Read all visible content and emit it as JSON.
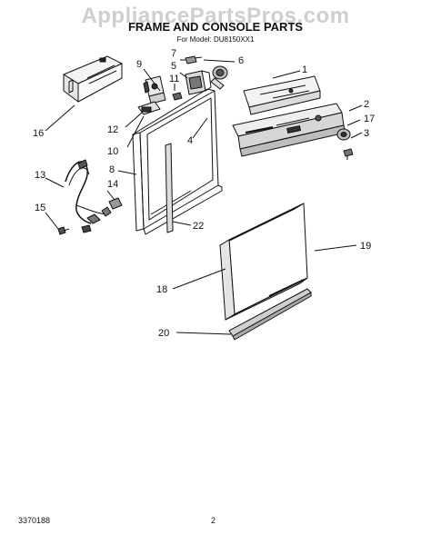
{
  "watermark": "AppliancePartsPros.com",
  "title": "FRAME AND CONSOLE PARTS",
  "subtitle": "For Model: DU8150XX1",
  "footer": {
    "doc_number": "3370188",
    "page": "2"
  },
  "callouts": [
    {
      "id": "c1",
      "label": "1"
    },
    {
      "id": "c2",
      "label": "2"
    },
    {
      "id": "c3",
      "label": "3"
    },
    {
      "id": "c4",
      "label": "4"
    },
    {
      "id": "c5",
      "label": "5"
    },
    {
      "id": "c6",
      "label": "6"
    },
    {
      "id": "c7",
      "label": "7"
    },
    {
      "id": "c8",
      "label": "8"
    },
    {
      "id": "c9",
      "label": "9"
    },
    {
      "id": "c10",
      "label": "10"
    },
    {
      "id": "c11",
      "label": "11"
    },
    {
      "id": "c12",
      "label": "12"
    },
    {
      "id": "c13",
      "label": "13"
    },
    {
      "id": "c14",
      "label": "14"
    },
    {
      "id": "c15",
      "label": "15"
    },
    {
      "id": "c16",
      "label": "16"
    },
    {
      "id": "c17",
      "label": "17"
    },
    {
      "id": "c18",
      "label": "18"
    },
    {
      "id": "c19",
      "label": "19"
    },
    {
      "id": "c20",
      "label": "20"
    },
    {
      "id": "c22",
      "label": "22"
    }
  ]
}
